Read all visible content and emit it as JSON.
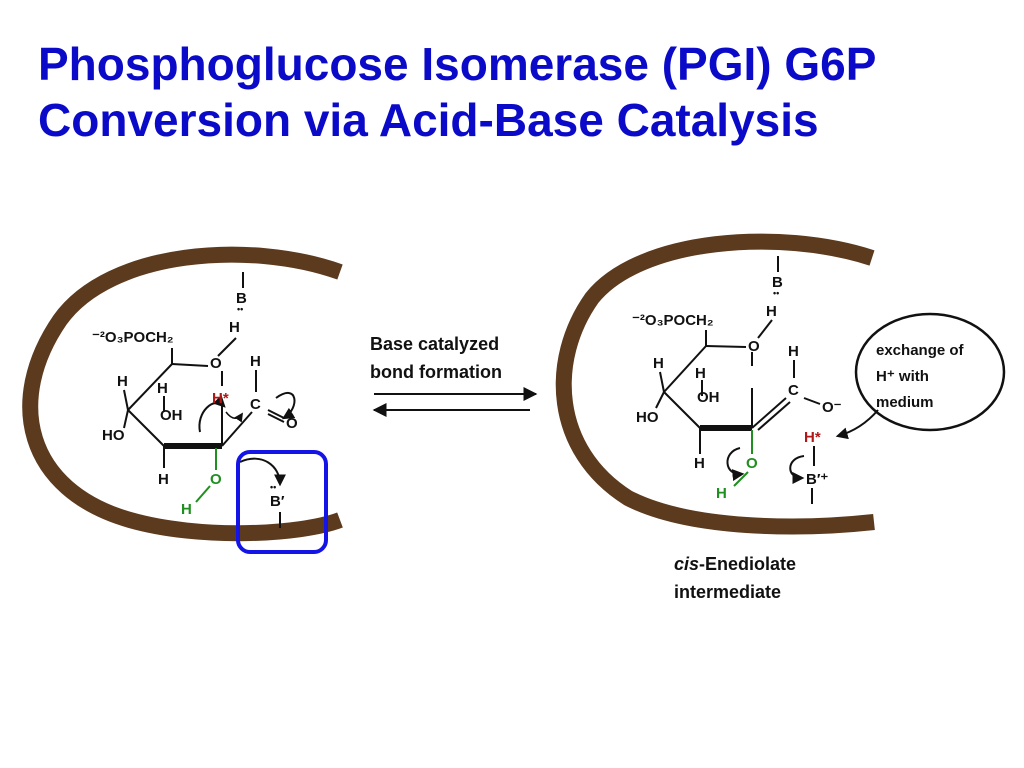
{
  "slide": {
    "title_line1": "Phosphoglucose Isomerase (PGI) G6P",
    "title_line2": "Conversion via Acid-Base Catalysis"
  },
  "colors": {
    "title": "#0a0ac8",
    "pocket": "#5c3a1e",
    "highlight_box": "#1414e6",
    "oxygen_green": "#1f8f1f",
    "h_star_red": "#b01818",
    "text": "#111111"
  },
  "arrow_label": {
    "line1": "Base catalyzed",
    "line2": "bond formation"
  },
  "left": {
    "base_top": "B",
    "lone_pair": "••",
    "phosphate": "⁻²O₃POCH₂",
    "ring_o": "O",
    "h_o_top": "H",
    "h_c2": "H",
    "h_c1": "H",
    "h_star": "H*",
    "carbonyl_c": "C",
    "carbonyl_o": "O",
    "h_left": "H",
    "oh": "OH",
    "ho": "HO",
    "h_bottom": "H",
    "green_o": "O",
    "green_h": "H",
    "base_prime_lone_pair": "••",
    "base_prime": "B′"
  },
  "right": {
    "base_top": "B",
    "lone_pair": "••",
    "phosphate": "⁻²O₃POCH₂",
    "ring_o": "O",
    "h_o_top": "H",
    "h_c2": "H",
    "h_ring": "H",
    "h_c1": "H",
    "oh": "OH",
    "ho": "HO",
    "carbon": "C",
    "o_minus": "O⁻",
    "h_star": "H*",
    "h_bottom": "H",
    "green_o": "O",
    "green_h": "H",
    "base_prime": "B′⁺",
    "bubble_line1": "exchange of",
    "bubble_line2": "H⁺ with",
    "bubble_line3": "medium",
    "caption_italic": "cis",
    "caption_rest": "-Enediolate",
    "caption_line2": "intermediate"
  }
}
